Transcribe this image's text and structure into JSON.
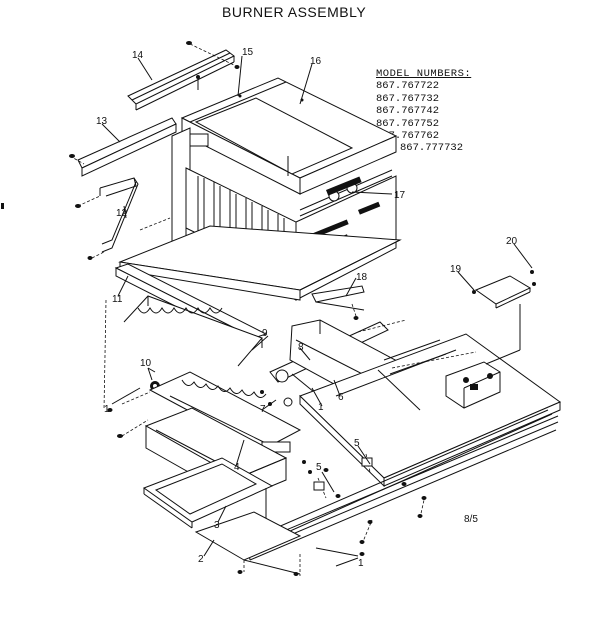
{
  "title": "BURNER ASSEMBLY",
  "model_numbers": {
    "header": "MODEL NUMBERS:",
    "items": [
      "867.767722",
      "867.767732",
      "867.767742",
      "867.767752",
      "867.767762",
      "867.777732"
    ]
  },
  "page_code": "8/5",
  "callouts": {
    "c1a": "1",
    "c1b": "1",
    "c1c": "1",
    "c2": "2",
    "c3": "3",
    "c4": "4",
    "c5a": "5",
    "c5b": "5",
    "c6": "6",
    "c7": "7",
    "c8": "8",
    "c9": "9",
    "c10": "10",
    "c11": "11",
    "c12": "12",
    "c13": "13",
    "c14": "14",
    "c15": "15",
    "c16": "16",
    "c17": "17",
    "c18": "18",
    "c19": "19",
    "c20": "20"
  }
}
